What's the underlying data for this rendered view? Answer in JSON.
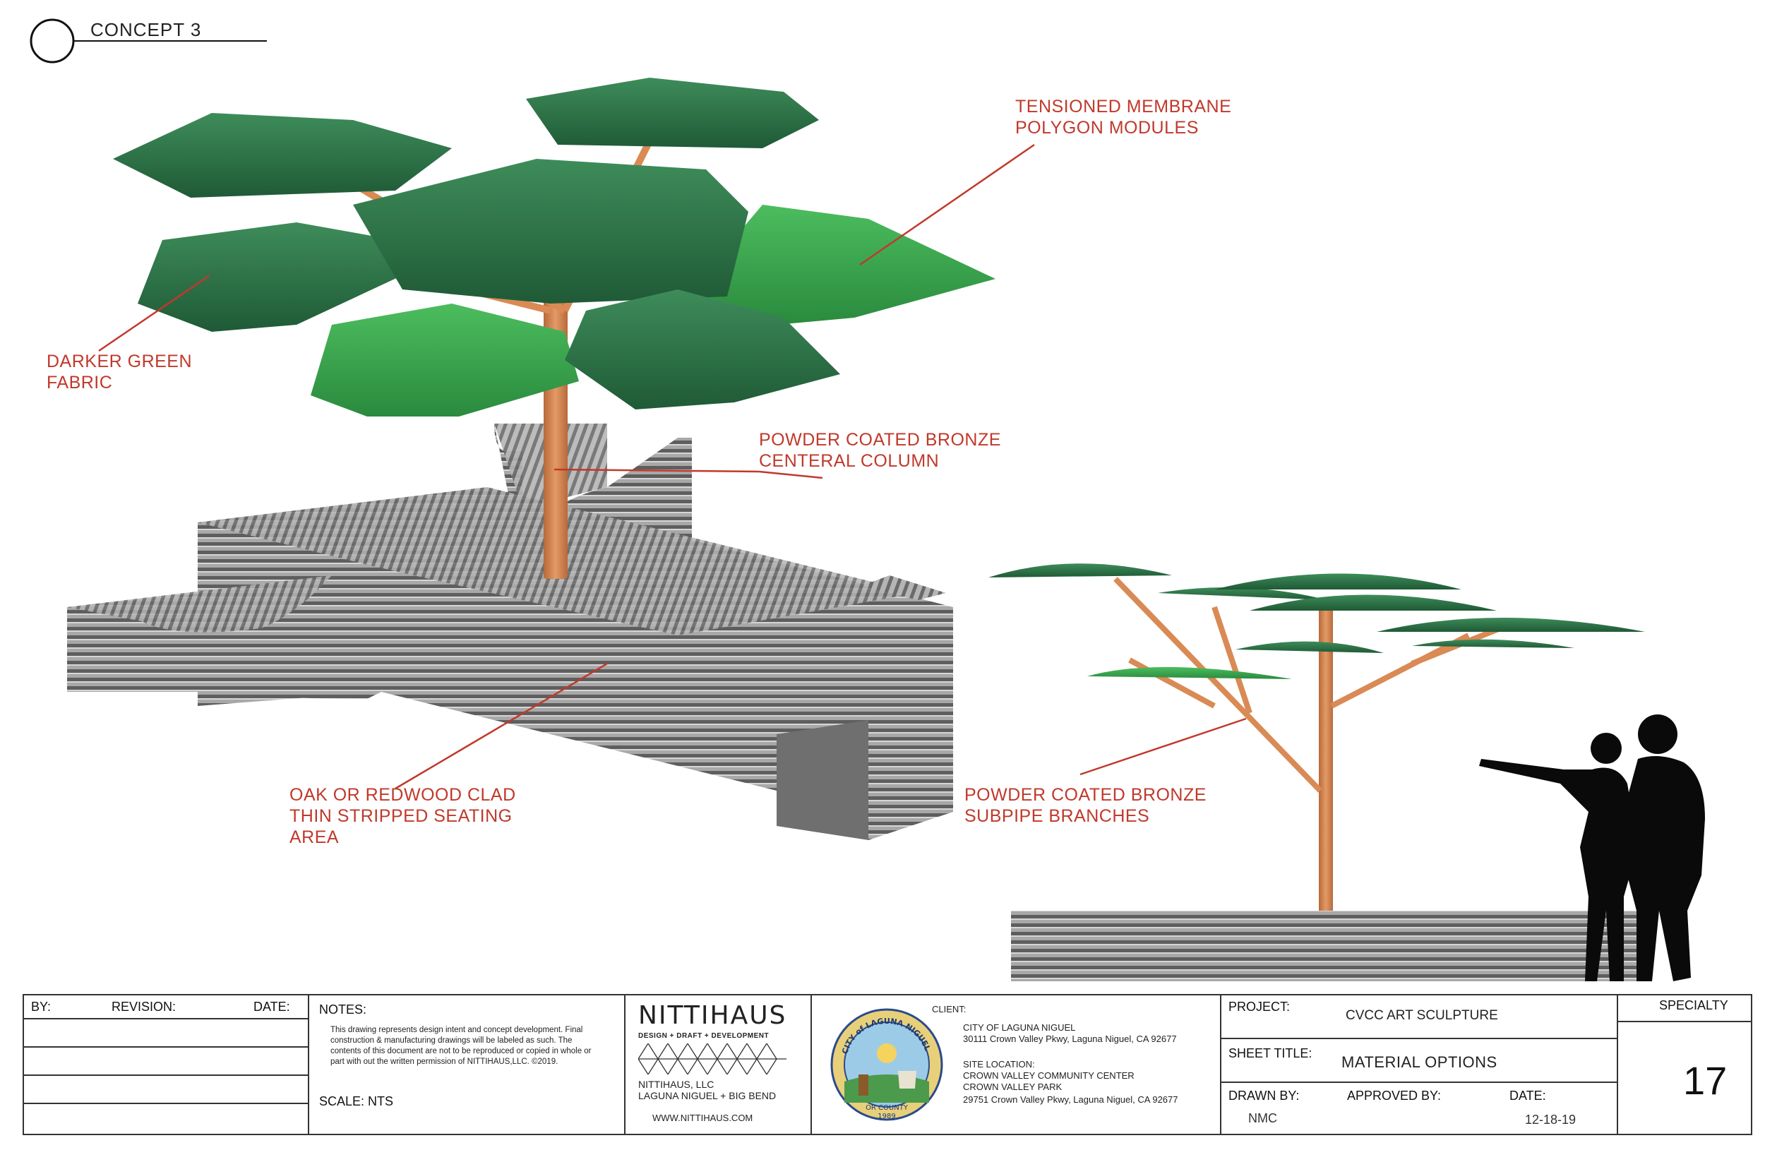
{
  "concept": {
    "title": "CONCEPT 3"
  },
  "callouts": {
    "membrane": "TENSIONED MEMBRANE\nPOLYGON MODULES",
    "fabric": "DARKER GREEN\nFABRIC",
    "column": "POWDER COATED BRONZE\nCENTERAL COLUMN",
    "seating": "OAK OR REDWOOD CLAD\nTHIN STRIPPED SEATING\nAREA",
    "branches": "POWDER COATED BRONZE\nSUBPIPE BRANCHES"
  },
  "title_block": {
    "revision": {
      "by": "BY:",
      "revision": "REVISION:",
      "date": "DATE:"
    },
    "notes_label": "NOTES:",
    "notes_text": "This drawing represents design intent and concept development. Final construction & manufacturing drawings will be labeled as such. The contents of this document are not to be reproduced or copied in whole or part with out the written permission of NITTIHAUS,LLC. ©2019.",
    "scale": "SCALE: NTS",
    "company": {
      "name": "NITTIHAUS",
      "tagline": "DESIGN + DRAFT + DEVELOPMENT",
      "llc": "NITTIHAUS, LLC",
      "locations": "LAGUNA NIGUEL + BIG BEND",
      "website": "WWW.NITTIHAUS.COM"
    },
    "seal": {
      "top": "CITY of LAGUNA NIGUEL",
      "bottom": "OR COUNTY",
      "year": "1989"
    },
    "client": {
      "label": "CLIENT:",
      "name": "CITY OF LAGUNA NIGUEL",
      "address": "30111 Crown Valley Pkwy, Laguna Niguel, CA 92677",
      "site_label": "SITE LOCATION:",
      "site_line1": "CROWN VALLEY COMMUNITY CENTER",
      "site_line2": "CROWN VALLEY PARK",
      "site_line3": "29751 Crown Valley Pkwy, Laguna Niguel, CA 92677"
    },
    "project": {
      "label": "PROJECT:",
      "value": "CVCC ART SCULPTURE"
    },
    "sheet_title": {
      "label": "SHEET TITLE:",
      "value": "MATERIAL OPTIONS"
    },
    "drawn_by": {
      "label": "DRAWN BY:",
      "value": "NMC"
    },
    "approved_by": {
      "label": "APPROVED BY:"
    },
    "date": {
      "label": "DATE:",
      "value": "12-18-19"
    },
    "specialty": {
      "label": "SPECIALTY",
      "value": "17"
    }
  },
  "colors": {
    "callout": "#c0392b",
    "canopy_dark": "#2f7a4c",
    "canopy_light": "#3aa34f",
    "bronze": "#d98a55",
    "wood": "#8c8c8c"
  }
}
